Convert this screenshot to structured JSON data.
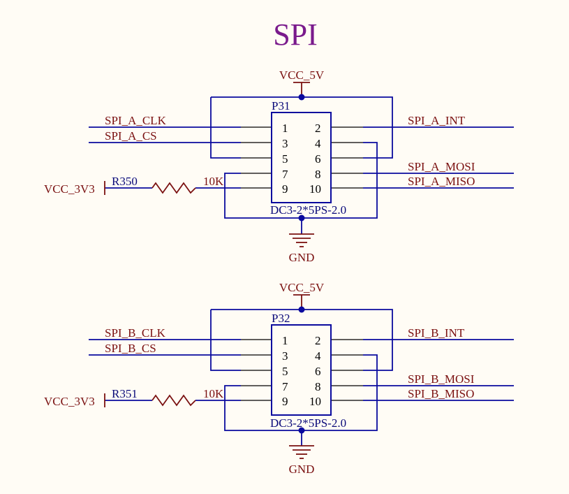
{
  "title": "SPI",
  "power": {
    "vcc5": "VCC_5V",
    "vcc3": "VCC_3V3",
    "gnd": "GND"
  },
  "blocks": [
    {
      "designator": "P31",
      "part": "DC3-2*5PS-2.0",
      "resistor": "R350",
      "resistor_value": "10K",
      "nets": {
        "clk": "SPI_A_CLK",
        "cs": "SPI_A_CS",
        "int": "SPI_A_INT",
        "mosi": "SPI_A_MOSI",
        "miso": "SPI_A_MISO"
      },
      "pins": [
        "1",
        "2",
        "3",
        "4",
        "5",
        "6",
        "7",
        "8",
        "9",
        "10"
      ]
    },
    {
      "designator": "P32",
      "part": "DC3-2*5PS-2.0",
      "resistor": "R351",
      "resistor_value": "10K",
      "nets": {
        "clk": "SPI_B_CLK",
        "cs": "SPI_B_CS",
        "int": "SPI_B_INT",
        "mosi": "SPI_B_MOSI",
        "miso": "SPI_B_MISO"
      },
      "pins": [
        "1",
        "2",
        "3",
        "4",
        "5",
        "6",
        "7",
        "8",
        "9",
        "10"
      ]
    }
  ]
}
